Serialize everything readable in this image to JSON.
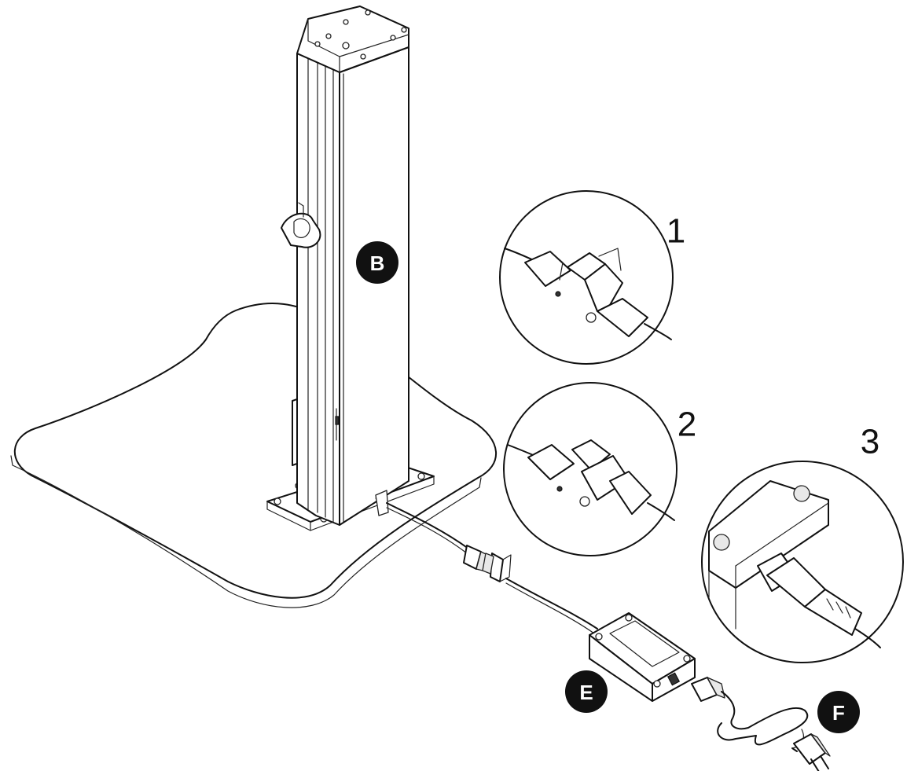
{
  "callouts": {
    "column": "B",
    "power_adapter": "E",
    "plug": "F"
  },
  "steps": [
    {
      "number": "1"
    },
    {
      "number": "2"
    },
    {
      "number": "3"
    }
  ]
}
